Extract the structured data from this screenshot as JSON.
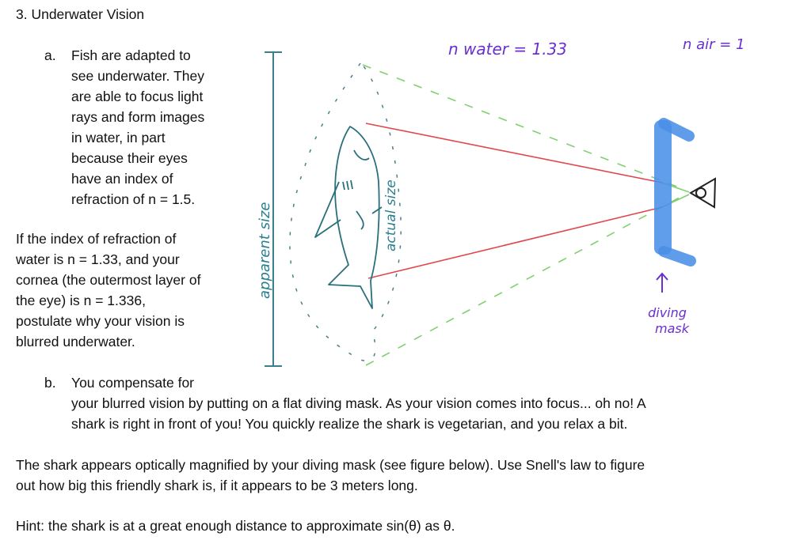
{
  "question": {
    "heading": "3. Underwater Vision",
    "part_a": {
      "marker": "a.",
      "lines": [
        "Fish are adapted to",
        "see underwater. They",
        "are able to focus light",
        "rays and form images",
        "in water, in part",
        "because their eyes",
        "have an index of",
        "refraction of n = 1.5."
      ]
    },
    "para_1": {
      "lines": [
        "If the index of refraction of",
        "water is n = 1.33, and your",
        "cornea (the outermost layer of",
        "the eye) is n = 1.336,",
        "postulate why your vision is",
        "blurred underwater."
      ]
    },
    "part_b": {
      "marker": "b.",
      "lines": [
        "You compensate for",
        "your blurred vision by putting on a flat diving mask. As your vision comes into focus... oh no! A",
        "shark is right in front of you! You quickly realize the shark is vegetarian, and you relax a bit."
      ]
    },
    "para_2": {
      "lines": [
        "The shark appears optically magnified by your diving mask (see figure below). Use Snell's law to figure",
        "out how big this friendly shark is, if it appears to be 3 meters long."
      ]
    },
    "hint": "Hint: the shark is at a great enough distance to approximate sin(θ) as θ."
  },
  "figure": {
    "n_water": "n water = 1.33",
    "n_air": "n air = 1",
    "apparent_size": "apparent size",
    "actual_size": "actual size",
    "diving_mask": [
      "diving",
      "mask"
    ],
    "arrow": "↑",
    "colors": {
      "ray": "#e0474c",
      "dashed": "#7fd06f",
      "mask": "#4a8fe8",
      "ink": "#3a6f7a",
      "hand": "#6a2fd0"
    }
  }
}
